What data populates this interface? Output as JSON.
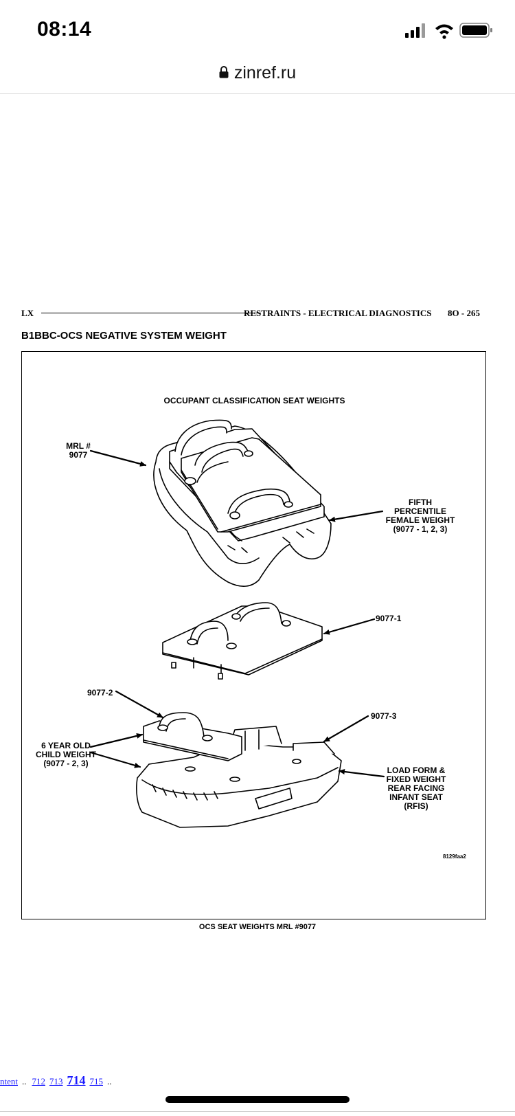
{
  "status": {
    "time": "08:14"
  },
  "browser": {
    "url": "zinref.ru"
  },
  "page_header": {
    "left": "LX",
    "middle": "RESTRAINTS - ELECTRICAL DIAGNOSTICS",
    "right": "8O - 265"
  },
  "section_title": "B1BBC-OCS NEGATIVE SYSTEM WEIGHT",
  "figure": {
    "title": "OCCUPANT CLASSIFICATION SEAT WEIGHTS",
    "labels": {
      "mrl_line1": "MRL #",
      "mrl_line2": "9077",
      "fifth_line1": "FIFTH",
      "fifth_line2": "PERCENTILE",
      "fifth_line3": "FEMALE WEIGHT",
      "fifth_line4": "(9077 - 1, 2, 3)",
      "w1": "9077-1",
      "w2": "9077-2",
      "w3": "9077-3",
      "child_line1": "6 YEAR OLD",
      "child_line2": "CHILD WEIGHT",
      "child_line3": "(9077 - 2, 3)",
      "load_line1": "LOAD FORM &",
      "load_line2": "FIXED WEIGHT",
      "load_line3": "REAR FACING",
      "load_line4": "INFANT SEAT",
      "load_line5": "(RFIS)"
    },
    "code": "8129faa2",
    "caption": "OCS SEAT WEIGHTS MRL #9077"
  },
  "pager": {
    "first_link": "ntent",
    "ellipsis": "..",
    "pages": [
      "712",
      "713",
      "714",
      "715"
    ],
    "current": "714"
  }
}
